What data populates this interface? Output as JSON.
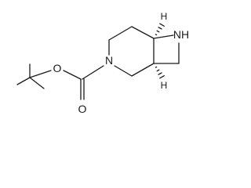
{
  "molecule": {
    "atoms": {
      "ester_o": "O",
      "carbonyl_o": "O",
      "ring_n": "N",
      "azetidine_nh": "NH",
      "top_h": "H",
      "bottom_h": "H"
    },
    "colors": {
      "ink": "#1a1a1a",
      "background": "#ffffff"
    }
  }
}
